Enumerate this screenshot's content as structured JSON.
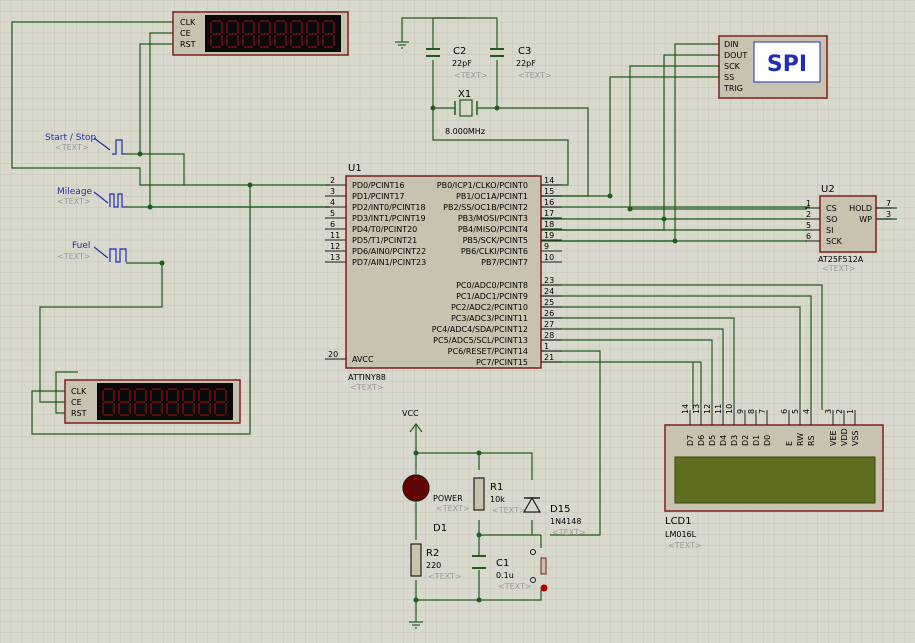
{
  "colors": {
    "background": "#d8d8cc",
    "wire": "#1f5c1f",
    "body": "#c8c3b0",
    "border": "#7a1f1f",
    "lcd_screen": "#5f6f1f",
    "spi_text": "#1f2fb0",
    "text_blue": "#1f2fb0",
    "led": "#6b0000"
  },
  "placeholder": "<TEXT>",
  "clock_display_top": {
    "pins": [
      "CLK",
      "CE",
      "RST"
    ]
  },
  "clock_display_bottom": {
    "pins": [
      "CLK",
      "CE",
      "RST"
    ]
  },
  "generators": {
    "start_stop": "Start / Stop",
    "mileage": "Mileage",
    "fuel": "Fuel"
  },
  "u1": {
    "ref": "U1",
    "part": "ATTINY88",
    "left_pins": [
      [
        "2",
        "PD0/PCINT16"
      ],
      [
        "3",
        "PD1/PCINT17"
      ],
      [
        "4",
        "PD2/INT0/PCINT18"
      ],
      [
        "5",
        "PD3/INT1/PCINT19"
      ],
      [
        "6",
        "PD4/T0/PCINT20"
      ],
      [
        "11",
        "PD5/T1/PCINT21"
      ],
      [
        "12",
        "PD6/AIN0/PCINT22"
      ],
      [
        "13",
        "PD7/AIN1/PCINT23"
      ]
    ],
    "right_pins_b": [
      [
        "14",
        "PB0/ICP1/CLKO/PCINT0"
      ],
      [
        "15",
        "PB1/OC1A/PCINT1"
      ],
      [
        "16",
        "PB2/SS/OC1B/PCINT2"
      ],
      [
        "17",
        "PB3/MOSI/PCINT3"
      ],
      [
        "18",
        "PB4/MISO/PCINT4"
      ],
      [
        "19",
        "PB5/SCK/PCINT5"
      ],
      [
        "9",
        "PB6/CLKI/PCINT6"
      ],
      [
        "10",
        "PB7/PCINT7"
      ]
    ],
    "right_pins_c": [
      [
        "23",
        "PC0/ADC0/PCINT8"
      ],
      [
        "24",
        "PC1/ADC1/PCINT9"
      ],
      [
        "25",
        "PC2/ADC2/PCINT10"
      ],
      [
        "26",
        "PC3/ADC3/PCINT11"
      ],
      [
        "27",
        "PC4/ADC4/SDA/PCINT12"
      ],
      [
        "28",
        "PC5/ADC5/SCL/PCINT13"
      ],
      [
        "1",
        "PC6/RESET/PCINT14"
      ],
      [
        "21",
        "PC7/PCINT15"
      ]
    ],
    "avcc_num": "20",
    "avcc": "AVCC"
  },
  "spi": {
    "title": "SPI",
    "pins": [
      "DIN",
      "DOUT",
      "SCK",
      "SS",
      "TRIG"
    ]
  },
  "u2": {
    "ref": "U2",
    "part": "AT25F512A",
    "left": [
      [
        "1",
        "CS"
      ],
      [
        "2",
        "SO"
      ],
      [
        "5",
        "SI"
      ],
      [
        "6",
        "SCK"
      ]
    ],
    "right": [
      [
        "7",
        "HOLD"
      ],
      [
        "3",
        "WP"
      ]
    ]
  },
  "c2": {
    "ref": "C2",
    "value": "22pF"
  },
  "c3": {
    "ref": "C3",
    "value": "22pF"
  },
  "x1": {
    "ref": "X1",
    "value": "8.000MHz"
  },
  "lcd": {
    "ref": "LCD1",
    "part": "LM016L",
    "pin_nums": [
      "14",
      "13",
      "12",
      "11",
      "10",
      "9",
      "8",
      "7",
      "6",
      "5",
      "4",
      "3",
      "2",
      "1"
    ],
    "pin_names": [
      "D7",
      "D6",
      "D5",
      "D4",
      "D3",
      "D2",
      "D1",
      "D0",
      "E",
      "RW",
      "RS",
      "VEE",
      "VDD",
      "VSS"
    ]
  },
  "vcc": "VCC",
  "r1": {
    "ref": "R1",
    "value": "10k"
  },
  "r2": {
    "ref": "R2",
    "value": "220"
  },
  "c1": {
    "ref": "C1",
    "value": "0.1u"
  },
  "d15": {
    "ref": "D15",
    "value": "1N4148"
  },
  "d1": {
    "ref": "D1",
    "value": "POWER"
  }
}
